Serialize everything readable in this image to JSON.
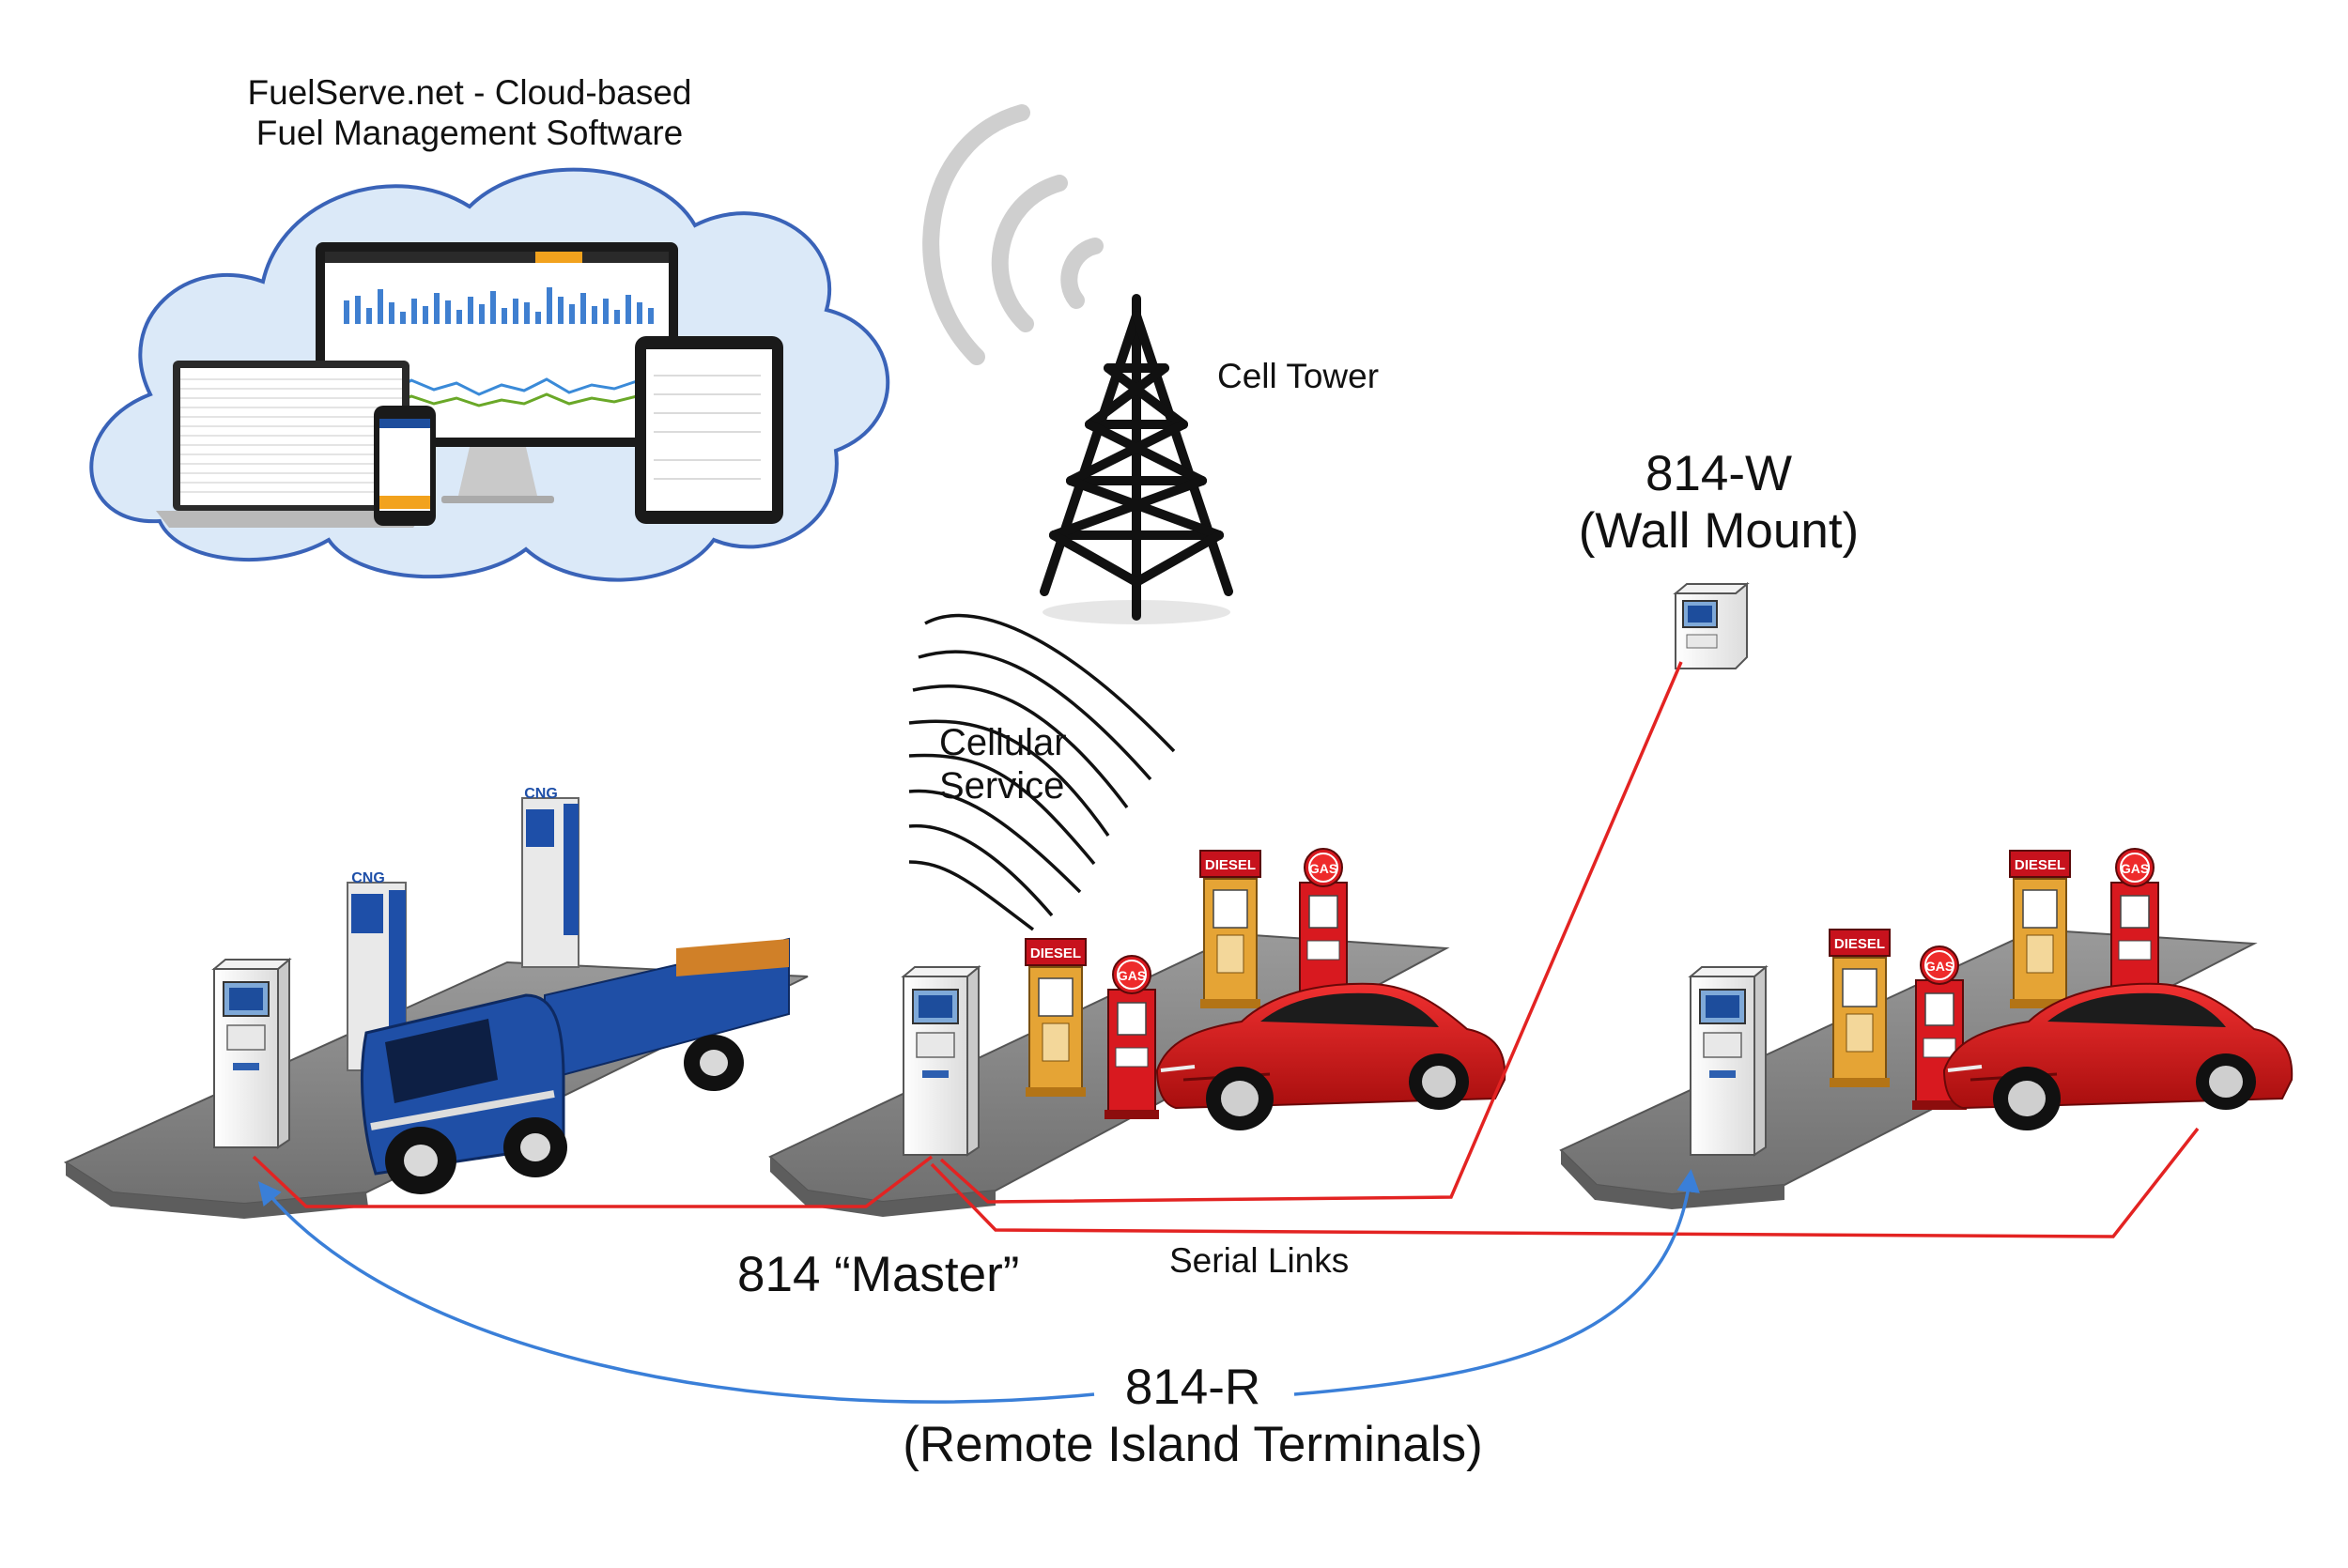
{
  "labels": {
    "cloud_title": [
      "FuelServe.net - Cloud-based",
      "Fuel Management Software"
    ],
    "cell_tower": "Cell Tower",
    "cellular": [
      "Cellular",
      "Service"
    ],
    "wall_mount": [
      "814-W",
      "(Wall Mount)"
    ],
    "master": "814 “Master”",
    "serial_links": "Serial Links",
    "remote": [
      "814-R",
      "(Remote Island Terminals)"
    ]
  },
  "pump_text": {
    "diesel": "DIESEL",
    "gas": "GAS",
    "cng": "CNG"
  },
  "colors": {
    "serial_link": "#e32322",
    "remote_arrow": "#3a7fd8",
    "platform": "#8a8a8a",
    "car": "#d81818",
    "truck": "#1f4fa6",
    "cloud_fill": "#dbe9f8",
    "cloud_stroke": "#3a63b8"
  }
}
